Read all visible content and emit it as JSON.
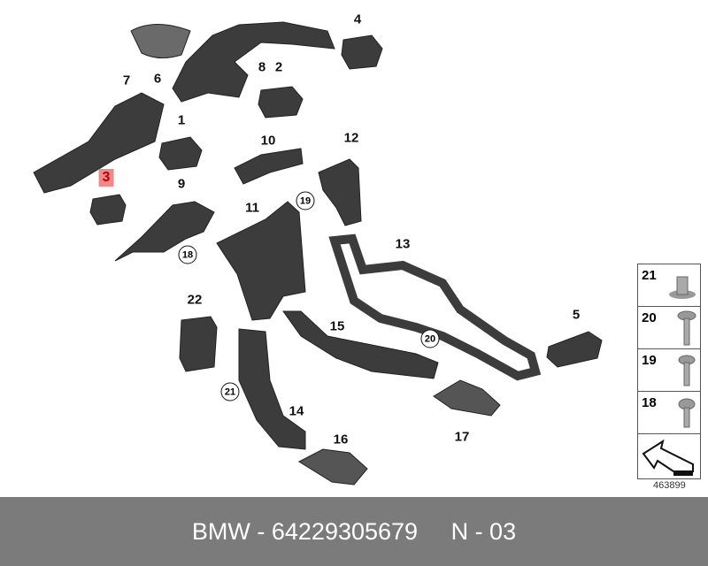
{
  "diagram": {
    "labels": {
      "p1": "1",
      "p2": "2",
      "p3": "3",
      "p4": "4",
      "p5": "5",
      "p6": "6",
      "p7": "7",
      "p8": "8",
      "p9": "9",
      "p10": "10",
      "p11": "11",
      "p12": "12",
      "p13": "13",
      "p14": "14",
      "p15": "15",
      "p16": "16",
      "p17": "17",
      "p22": "22"
    },
    "circled": {
      "c18": "18",
      "c19": "19",
      "c20": "20",
      "c21": "21"
    },
    "highlighted_part": "3",
    "highlight_color": "#f08a8a"
  },
  "legend": {
    "items": [
      {
        "num": "21"
      },
      {
        "num": "20"
      },
      {
        "num": "19"
      },
      {
        "num": "18"
      }
    ],
    "catalog_number": "463899"
  },
  "footer": {
    "brand": "BMW",
    "part_number": "64229305679",
    "text": "BMW - 64229305679     N - 03"
  }
}
